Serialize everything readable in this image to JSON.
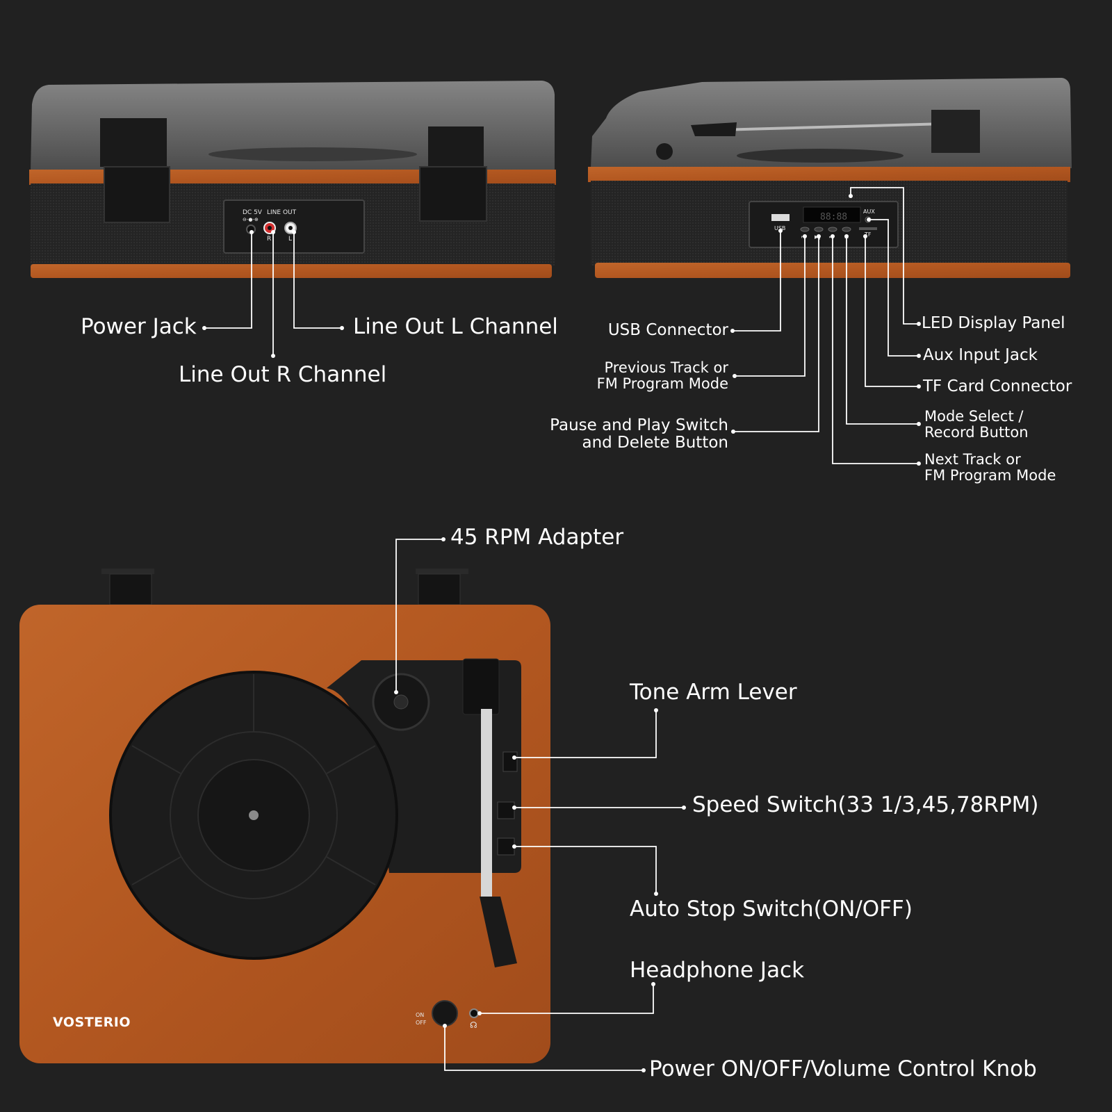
{
  "colors": {
    "background": "#212121",
    "wood": "#b65a22",
    "wood_dark": "#9a4718",
    "speaker_fabric": "#262626",
    "platter": "#1c1c1c",
    "lid": "#6b6b6b",
    "callout_line": "#ffffff"
  },
  "panel_back": {
    "jack_labels": {
      "dc": "DC 5V",
      "polarity": "⊖-●-⊕",
      "line_out": "LINE  OUT",
      "right": "R",
      "left": "L"
    },
    "callouts": {
      "power_jack": "Power Jack",
      "line_out_r": "Line Out R Channel",
      "line_out_l": "Line Out L Channel"
    }
  },
  "panel_front": {
    "display_digits": "88:88",
    "panel_labels": {
      "usb": "USB",
      "aux": "AUX",
      "tf": "TF",
      "prev": "⏮",
      "play": "▶‖",
      "next": "⏭",
      "mode": "M"
    },
    "callouts": {
      "usb_connector": "USB Connector",
      "previous_track_line1": "Previous Track or",
      "previous_track_line2": "FM Program Mode",
      "pause_play_line1": "Pause and Play Switch",
      "pause_play_line2": "and Delete Button",
      "led_display": "LED Display Panel",
      "aux_input": "Aux Input Jack",
      "tf_card": "TF Card Connector",
      "mode_select_line1": "Mode Select /",
      "mode_select_line2": "Record Button",
      "next_track_line1": "Next Track or",
      "next_track_line2": "FM Program Mode"
    }
  },
  "panel_top": {
    "brand": "VOSTERIO",
    "knob_labels": {
      "on": "ON",
      "off": "OFF"
    },
    "callouts": {
      "rpm_adapter": "45 RPM Adapter",
      "tone_arm_lever": "Tone Arm Lever",
      "speed_switch": "Speed Switch(33 1/3,45,78RPM)",
      "auto_stop": "Auto Stop Switch(ON/OFF)",
      "headphone_jack": "Headphone Jack",
      "power_volume": "Power ON/OFF/Volume Control Knob"
    }
  }
}
